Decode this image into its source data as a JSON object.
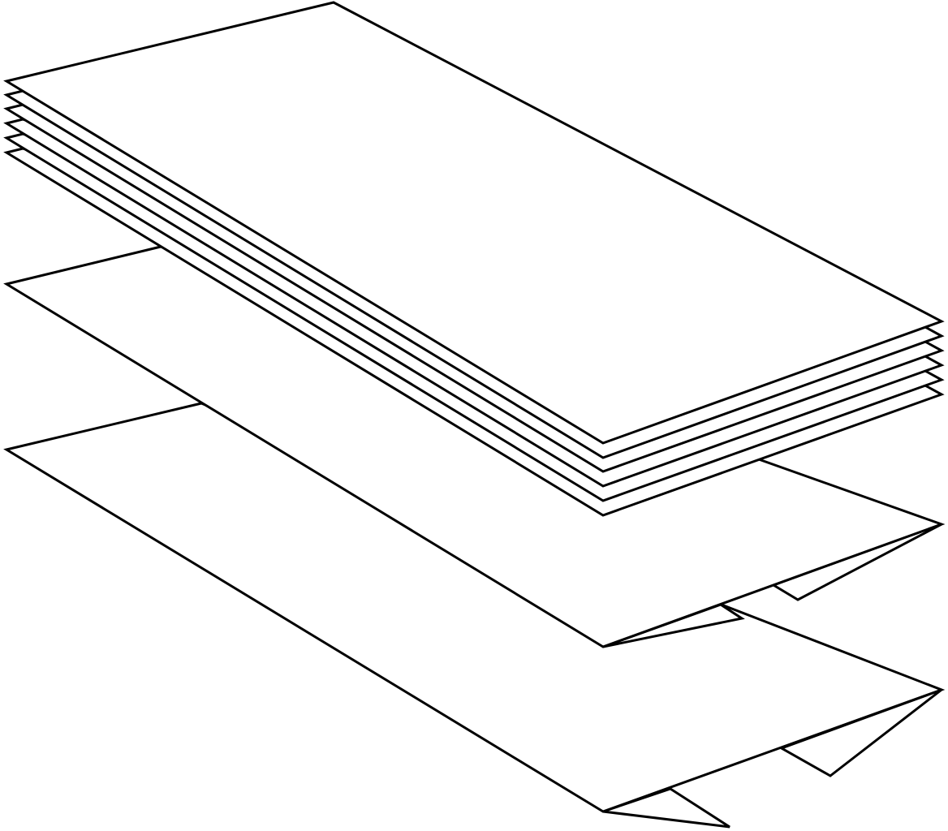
{
  "figure": {
    "subject": "stack-of-z-folded-paper-towels",
    "stroke_color": "#000000",
    "fill_color": "#ffffff",
    "stacked_sheet_count": 6,
    "separated_sheet_count": 2
  }
}
